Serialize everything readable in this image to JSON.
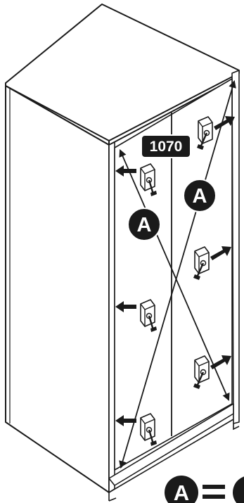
{
  "diagram": {
    "dimension_label": "1070",
    "diagonal_marker_left": "A",
    "diagonal_marker_right": "A",
    "legend": {
      "marker": "A",
      "operator": "="
    },
    "colors": {
      "line": "#1a1a1a",
      "panel": "#ffffff",
      "label_fill": "#1a1a1a",
      "label_text": "#ffffff"
    },
    "icons": [
      "bracket-arrow-icon",
      "screw-icon",
      "diagonal-arrow-icon"
    ]
  }
}
